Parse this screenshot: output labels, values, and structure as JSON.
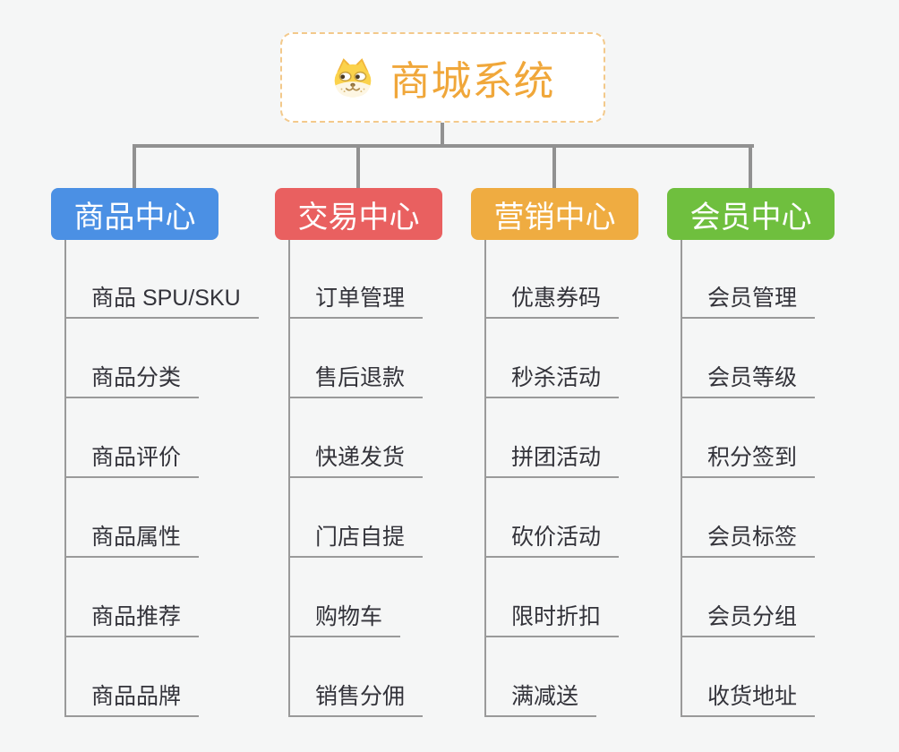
{
  "root": {
    "title": "商城系统",
    "icon": "doge-icon"
  },
  "branches": [
    {
      "label": "商品中心",
      "color": "#4b90e4",
      "items": [
        "商品 SPU/SKU",
        "商品分类",
        "商品评价",
        "商品属性",
        "商品推荐",
        "商品品牌"
      ]
    },
    {
      "label": "交易中心",
      "color": "#e96060",
      "items": [
        "订单管理",
        "售后退款",
        "快递发货",
        "门店自提",
        "购物车",
        "销售分佣"
      ]
    },
    {
      "label": "营销中心",
      "color": "#efac41",
      "items": [
        "优惠券码",
        "秒杀活动",
        "拼团活动",
        "砍价活动",
        "限时折扣",
        "满减送"
      ]
    },
    {
      "label": "会员中心",
      "color": "#6fbf3e",
      "items": [
        "会员管理",
        "会员等级",
        "积分签到",
        "会员标签",
        "会员分组",
        "收货地址"
      ]
    }
  ],
  "colors": {
    "background": "#f5f6f6",
    "root_accent": "#f0a73a",
    "root_border": "#f3c98b",
    "connector": "#919191",
    "item_line": "#9a9a9a",
    "item_text": "#33333a"
  }
}
